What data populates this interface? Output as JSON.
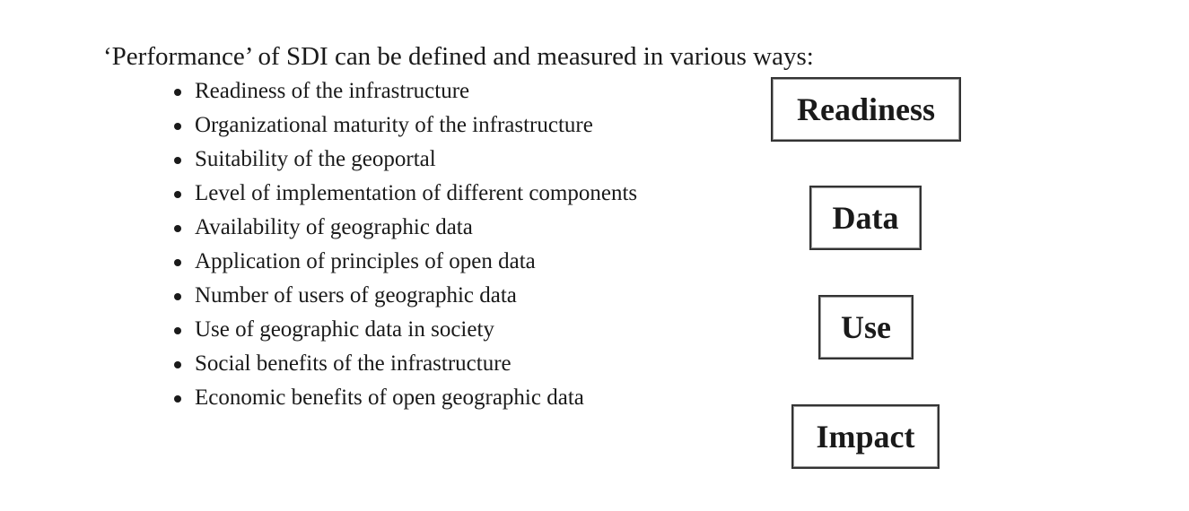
{
  "heading": "‘Performance’ of SDI can be defined and measured in various ways:",
  "bullets": [
    "Readiness of the infrastructure",
    "Organizational maturity of the infrastructure",
    "Suitability of the geoportal",
    "Level of implementation of different components",
    "Availability of geographic data",
    "Application of principles of open data",
    "Number of users of geographic data",
    "Use of geographic data in society",
    "Social benefits of the infrastructure",
    "Economic benefits of open geographic data"
  ],
  "boxes": {
    "readiness": "Readiness",
    "data": "Data",
    "use": "Use",
    "impact": "Impact"
  }
}
